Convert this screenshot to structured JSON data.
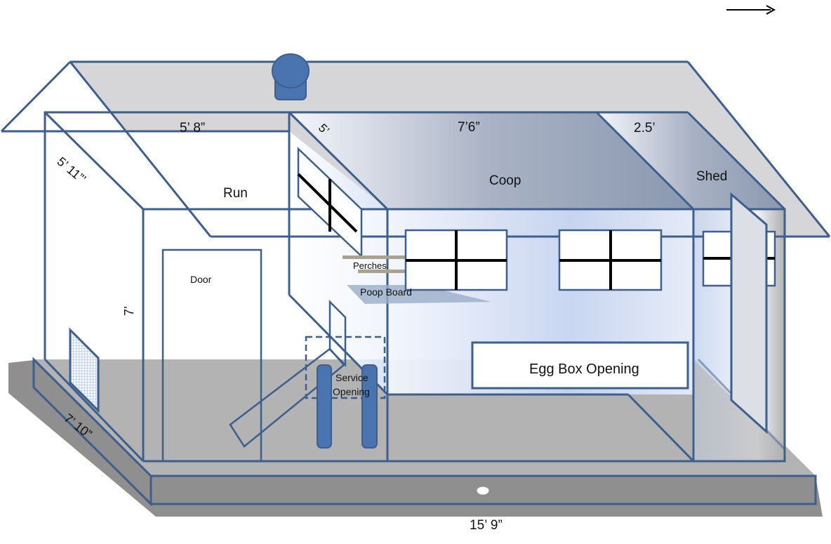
{
  "labels": {
    "run": "Run",
    "coop": "Coop",
    "shed": "Shed",
    "door": "Door",
    "perches": "Perches",
    "poop_board": "Poop Board",
    "service_opening_line1": "Service",
    "service_opening_line2": "Opening",
    "egg_box_opening": "Egg Box Opening"
  },
  "dimensions": {
    "run_width": "5’ 8”",
    "coop_width": "7’6”",
    "shed_width": "2.5’",
    "roof_slope": "5’ 11”’",
    "coop_depth_mark": "5’",
    "wall_height": "7’",
    "base_depth": "7’ 10”",
    "base_length": "15’ 9”"
  },
  "colors": {
    "outline": "#3c5f8e",
    "accent_blue": "#4a74b0",
    "floor_gray": "#b3b3b3",
    "roof_gray": "#d4d4d6"
  }
}
